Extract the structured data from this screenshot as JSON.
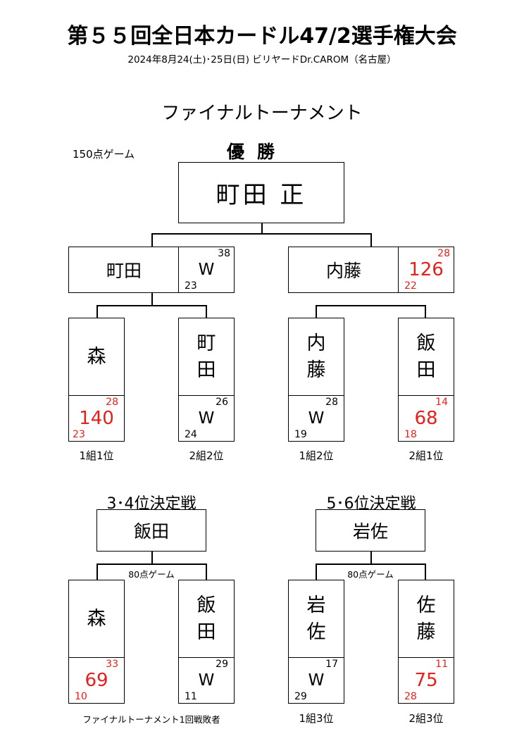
{
  "header": {
    "title": "第５５回全日本カードル47/2選手権大会",
    "subtitle": "2024年8月24(土)･25日(日) ビリヤードDr.CAROM（名古屋）",
    "section": "ファイナルトーナメント"
  },
  "final": {
    "game_label": "150点ゲーム",
    "champion_label": "優勝",
    "champion_name": "町田 正",
    "semis": [
      {
        "name": "町田",
        "score": "W",
        "top": "38",
        "bottom": "23",
        "red": false
      },
      {
        "name": "内藤",
        "score": "126",
        "top": "28",
        "bottom": "22",
        "red": true
      }
    ],
    "quarters": [
      {
        "name": "森",
        "score": "140",
        "top": "28",
        "bottom": "23",
        "red": true,
        "caption": "1組1位"
      },
      {
        "name": "町田",
        "score": "W",
        "top": "26",
        "bottom": "24",
        "red": false,
        "caption": "2組2位"
      },
      {
        "name": "内藤",
        "score": "W",
        "top": "28",
        "bottom": "19",
        "red": false,
        "caption": "1組2位"
      },
      {
        "name": "飯田",
        "score": "68",
        "top": "14",
        "bottom": "18",
        "red": true,
        "caption": "2組1位"
      }
    ]
  },
  "playoff_34": {
    "title": "3･4位決定戦",
    "winner": "飯田",
    "game_label": "80点ゲーム",
    "players": [
      {
        "name": "森",
        "score": "69",
        "top": "33",
        "bottom": "10",
        "red": true
      },
      {
        "name": "飯田",
        "score": "W",
        "top": "29",
        "bottom": "11",
        "red": false
      }
    ],
    "caption": "ファイナルトーナメント1回戦敗者"
  },
  "playoff_56": {
    "title": "5･6位決定戦",
    "winner": "岩佐",
    "game_label": "80点ゲーム",
    "players": [
      {
        "name": "岩佐",
        "score": "W",
        "top": "17",
        "bottom": "29",
        "red": false,
        "caption": "1組3位"
      },
      {
        "name": "佐藤",
        "score": "75",
        "top": "11",
        "bottom": "28",
        "red": true,
        "caption": "2組3位"
      }
    ]
  },
  "colors": {
    "loser_score": "#e8201c",
    "line": "#000000"
  }
}
